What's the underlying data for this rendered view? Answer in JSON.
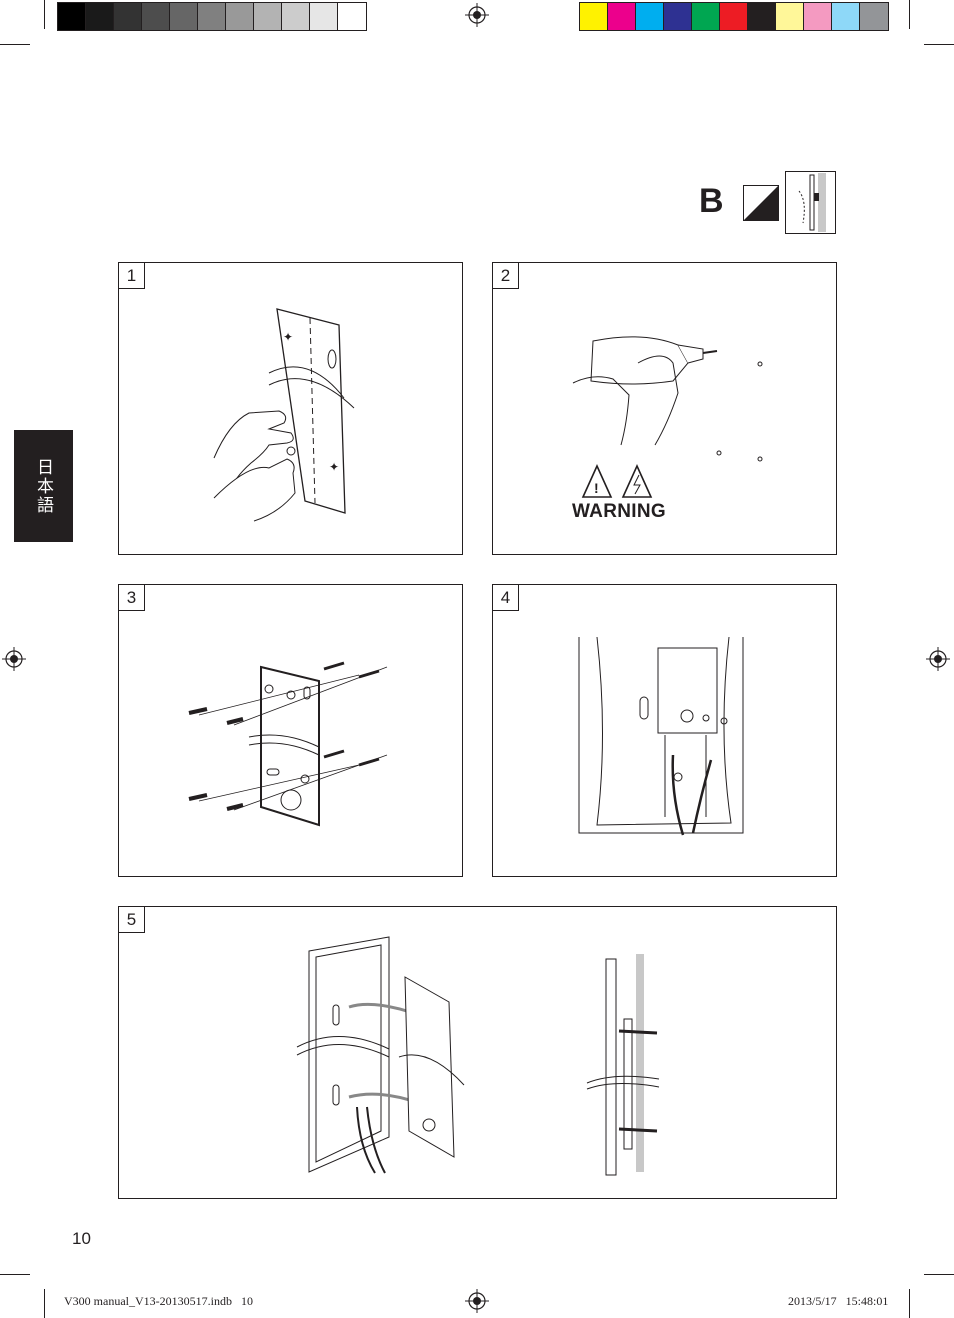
{
  "header": {
    "gray_swatches": [
      "#000000",
      "#1a1a1a",
      "#333333",
      "#4d4d4d",
      "#666666",
      "#808080",
      "#999999",
      "#b3b3b3",
      "#cccccc",
      "#e6e6e6",
      "#ffffff"
    ],
    "color_swatches": [
      "#fff200",
      "#ec008c",
      "#00aeef",
      "#2e3192",
      "#00a651",
      "#ed1c24",
      "#231f20",
      "#fff799",
      "#f49ac1",
      "#8ed8f8",
      "#939598"
    ]
  },
  "section": {
    "label": "B"
  },
  "sidebar": {
    "language_label": "日本語"
  },
  "steps": [
    {
      "number": "1"
    },
    {
      "number": "2",
      "warning_text": "WARNING"
    },
    {
      "number": "3"
    },
    {
      "number": "4"
    },
    {
      "number": "5"
    }
  ],
  "page": {
    "number": "10"
  },
  "footer": {
    "file_info": "V300 manual_V13-20130517.indb   10",
    "timestamp": "2013/5/17   15:48:01"
  }
}
